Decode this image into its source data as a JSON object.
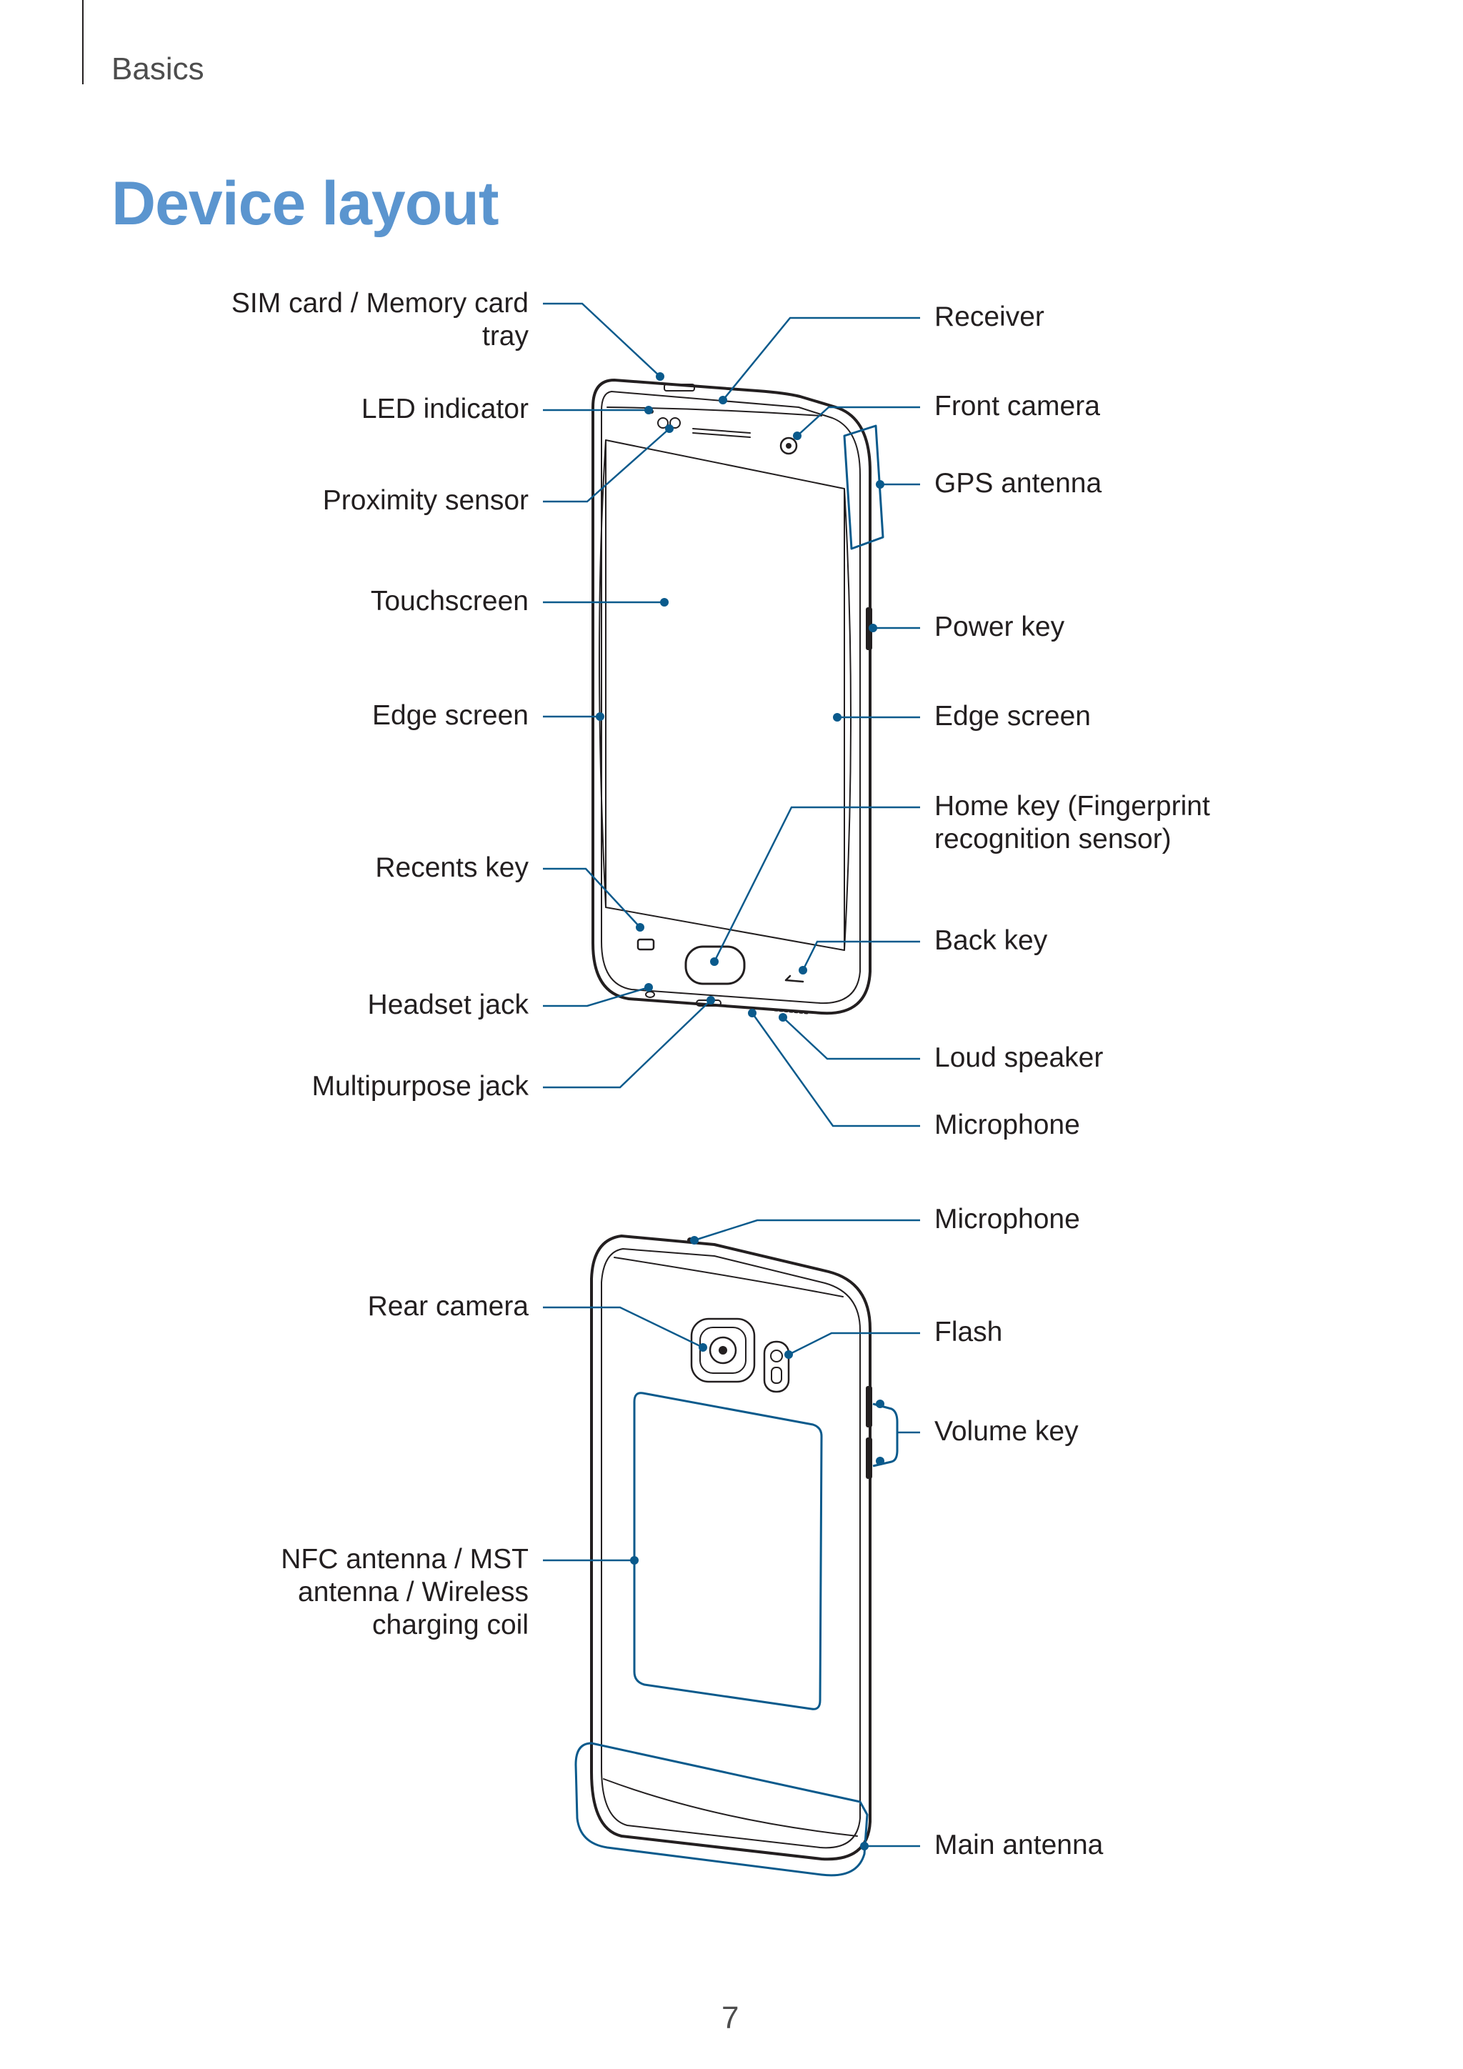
{
  "header": {
    "section": "Basics"
  },
  "title": "Device layout",
  "front_view": {
    "left_labels": {
      "sim_tray": "SIM card / Memory card\ntray",
      "led_indicator": "LED indicator",
      "proximity_sensor": "Proximity sensor",
      "touchscreen": "Touchscreen",
      "edge_screen": "Edge screen",
      "recents_key": "Recents key",
      "headset_jack": "Headset jack",
      "multipurpose_jack": "Multipurpose jack"
    },
    "right_labels": {
      "receiver": "Receiver",
      "front_camera": "Front camera",
      "gps_antenna": "GPS antenna",
      "power_key": "Power key",
      "edge_screen": "Edge screen",
      "home_key": "Home key (Fingerprint\nrecognition sensor)",
      "back_key": "Back key",
      "loud_speaker": "Loud speaker",
      "microphone": "Microphone"
    }
  },
  "rear_view": {
    "left_labels": {
      "rear_camera": "Rear camera",
      "nfc_antenna": "NFC antenna / MST\nantenna / Wireless\ncharging coil"
    },
    "right_labels": {
      "microphone": "Microphone",
      "flash": "Flash",
      "volume_key": "Volume key",
      "main_antenna": "Main antenna"
    }
  },
  "page_number": "7",
  "colors": {
    "title": "#5b95cf",
    "callout": "#0a5a8c",
    "outline": "#231f20",
    "text": "#231f20"
  }
}
